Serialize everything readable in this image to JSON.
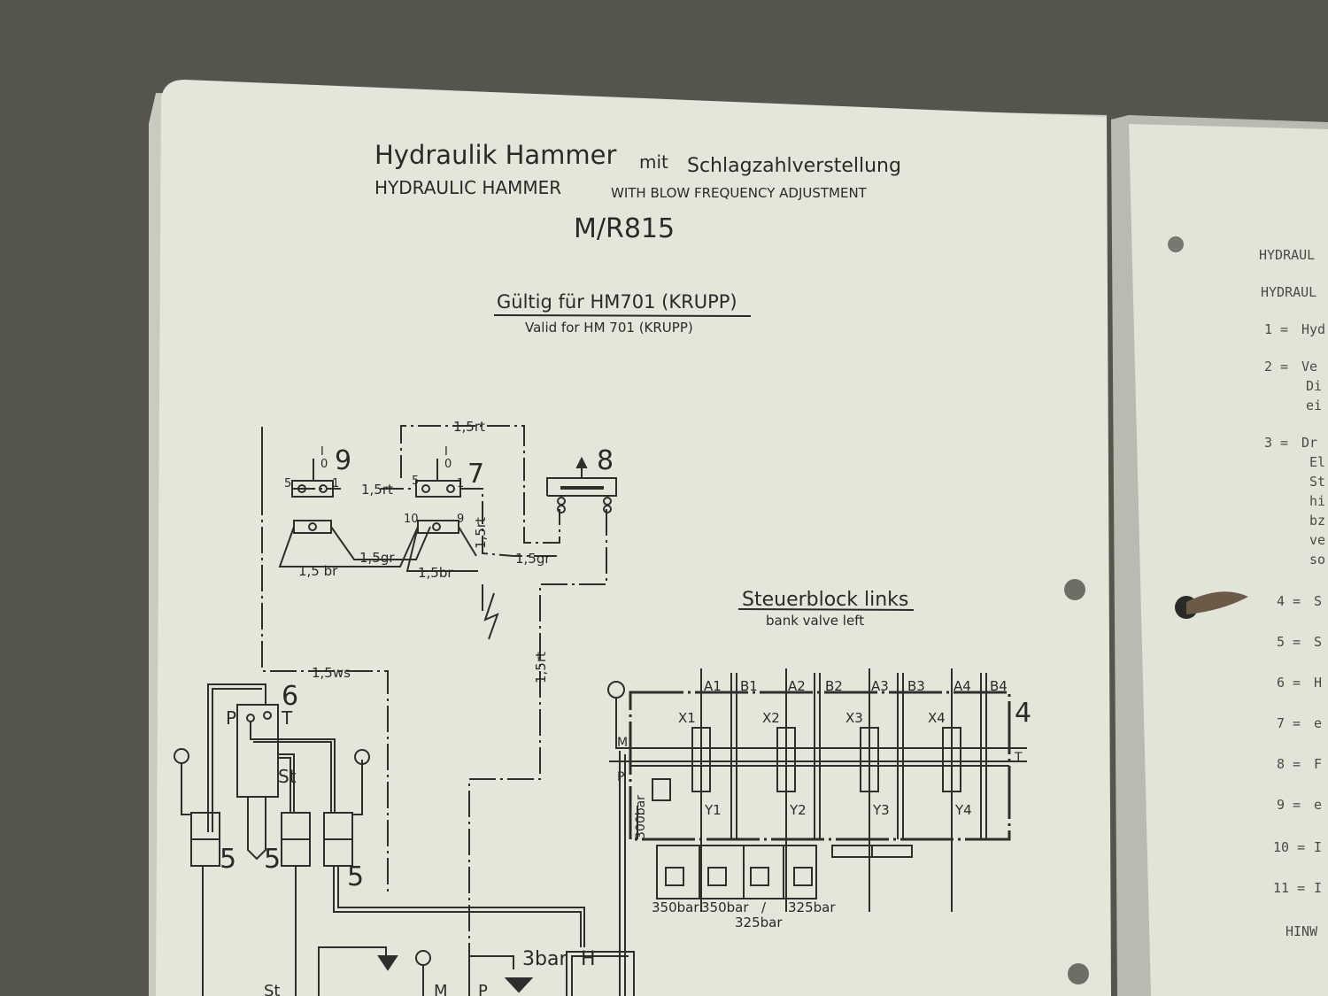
{
  "header": {
    "title_de_main": "Hydraulik Hammer",
    "title_de_mit": "mit",
    "title_de_rest": "Schlagzahlverstellung",
    "title_en_main": "HYDRAULIC HAMMER",
    "title_en_rest": "WITH BLOW FREQUENCY ADJUSTMENT",
    "model": "M/R815",
    "valid_de": "Gültig für HM701 (KRUPP)",
    "valid_en": "Valid for HM 701 (KRUPP)"
  },
  "bank_valve": {
    "title_de": "Steuerblock links",
    "title_en": "bank valve left",
    "ports": [
      "A1",
      "B1",
      "A2",
      "B2",
      "A3",
      "B3",
      "A4",
      "B4"
    ],
    "pilots_x": [
      "X1",
      "X2",
      "X3",
      "X4"
    ],
    "pilots_y": [
      "Y1",
      "Y2",
      "Y3",
      "Y4"
    ],
    "component_number": "4",
    "port_m": "M",
    "port_p": "P",
    "port_t": "T",
    "relief_main": "300bar",
    "relief_settings": [
      "350bar",
      "350bar",
      "/",
      "325bar",
      "325bar"
    ]
  },
  "electrical": {
    "switch_9": "9",
    "switch_7": "7",
    "button_8": "8",
    "term_5": "5",
    "term_1": "1",
    "term_10": "10",
    "term_9": "9",
    "pos_I": "I",
    "pos_0": "0",
    "wires": [
      "1,5rt",
      "1,5rt",
      "1,5gr",
      "1,5gr",
      "1,5 br",
      "1,5br",
      "1,5rt",
      "1,5rt",
      "1,5ws"
    ]
  },
  "hydraulic": {
    "hammer_number": "6",
    "port_p": "P",
    "port_t": "T",
    "port_st": "St",
    "valve_number": "5",
    "tank_pressure": "3bar",
    "port_h": "H",
    "st_bottom": "St",
    "m_bottom": "M",
    "p_bottom": "P"
  },
  "right_page": {
    "heading1": "HYDRAUL",
    "heading2": "HYDRAUL",
    "items": [
      {
        "num": "1 =",
        "text": "Hyd"
      },
      {
        "num": "2 =",
        "text": "Ve"
      },
      {
        "num": "",
        "text": "Di"
      },
      {
        "num": "",
        "text": "ei"
      },
      {
        "num": "3 =",
        "text": "Dr"
      },
      {
        "num": "",
        "text": "El"
      },
      {
        "num": "",
        "text": "St"
      },
      {
        "num": "",
        "text": "hi"
      },
      {
        "num": "",
        "text": "bz"
      },
      {
        "num": "",
        "text": "ve"
      },
      {
        "num": "",
        "text": "so"
      },
      {
        "num": "4 =",
        "text": "S"
      },
      {
        "num": "5 =",
        "text": "S"
      },
      {
        "num": "6 =",
        "text": "H"
      },
      {
        "num": "7 =",
        "text": "e"
      },
      {
        "num": "8 =",
        "text": "F"
      },
      {
        "num": "9 =",
        "text": "e"
      },
      {
        "num": "10 =",
        "text": "I"
      },
      {
        "num": "11 =",
        "text": "I"
      }
    ],
    "footer": "HINW"
  },
  "colors": {
    "paper": "#e6e7dc",
    "ink": "#2a2a28",
    "background": "#4a4a44"
  }
}
